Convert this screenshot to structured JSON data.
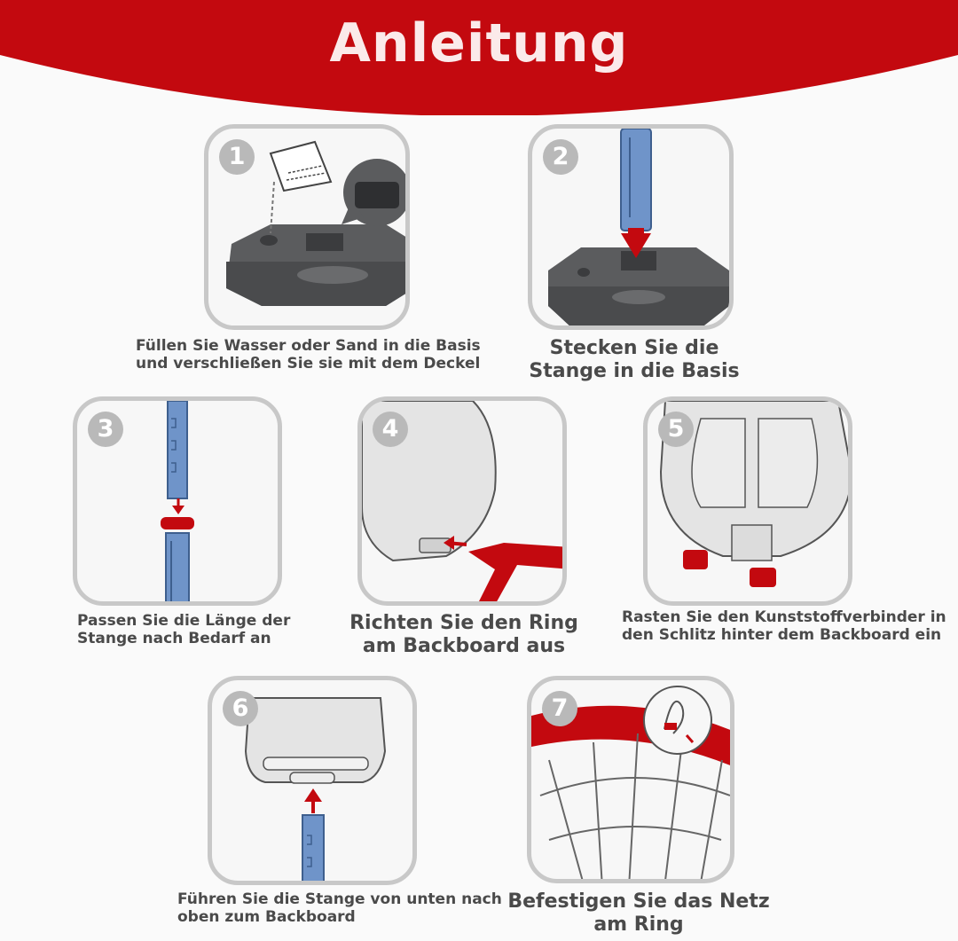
{
  "title": "Anleitung",
  "colors": {
    "accent": "#c3090f",
    "pole": "#6f94c9",
    "base": "#5b5c5e",
    "frame": "#c8c8c8"
  },
  "steps": [
    {
      "number": "1",
      "lines": [
        "Füllen Sie Wasser oder Sand in die Basis",
        "und verschließen Sie sie mit dem Deckel"
      ]
    },
    {
      "number": "2",
      "lines": [
        "Stecken Sie die",
        "Stange in die Basis"
      ]
    },
    {
      "number": "3",
      "lines": [
        "Passen Sie die Länge der",
        "Stange nach Bedarf an"
      ]
    },
    {
      "number": "4",
      "lines": [
        "Richten Sie den Ring",
        "am Backboard aus"
      ]
    },
    {
      "number": "5",
      "lines": [
        "Rasten Sie den Kunststoffverbinder in",
        "den Schlitz hinter dem Backboard ein"
      ]
    },
    {
      "number": "6",
      "lines": [
        "Führen Sie die Stange von unten nach",
        "oben zum Backboard"
      ]
    },
    {
      "number": "7",
      "lines": [
        "Befestigen Sie das Netz",
        "am Ring"
      ]
    }
  ]
}
